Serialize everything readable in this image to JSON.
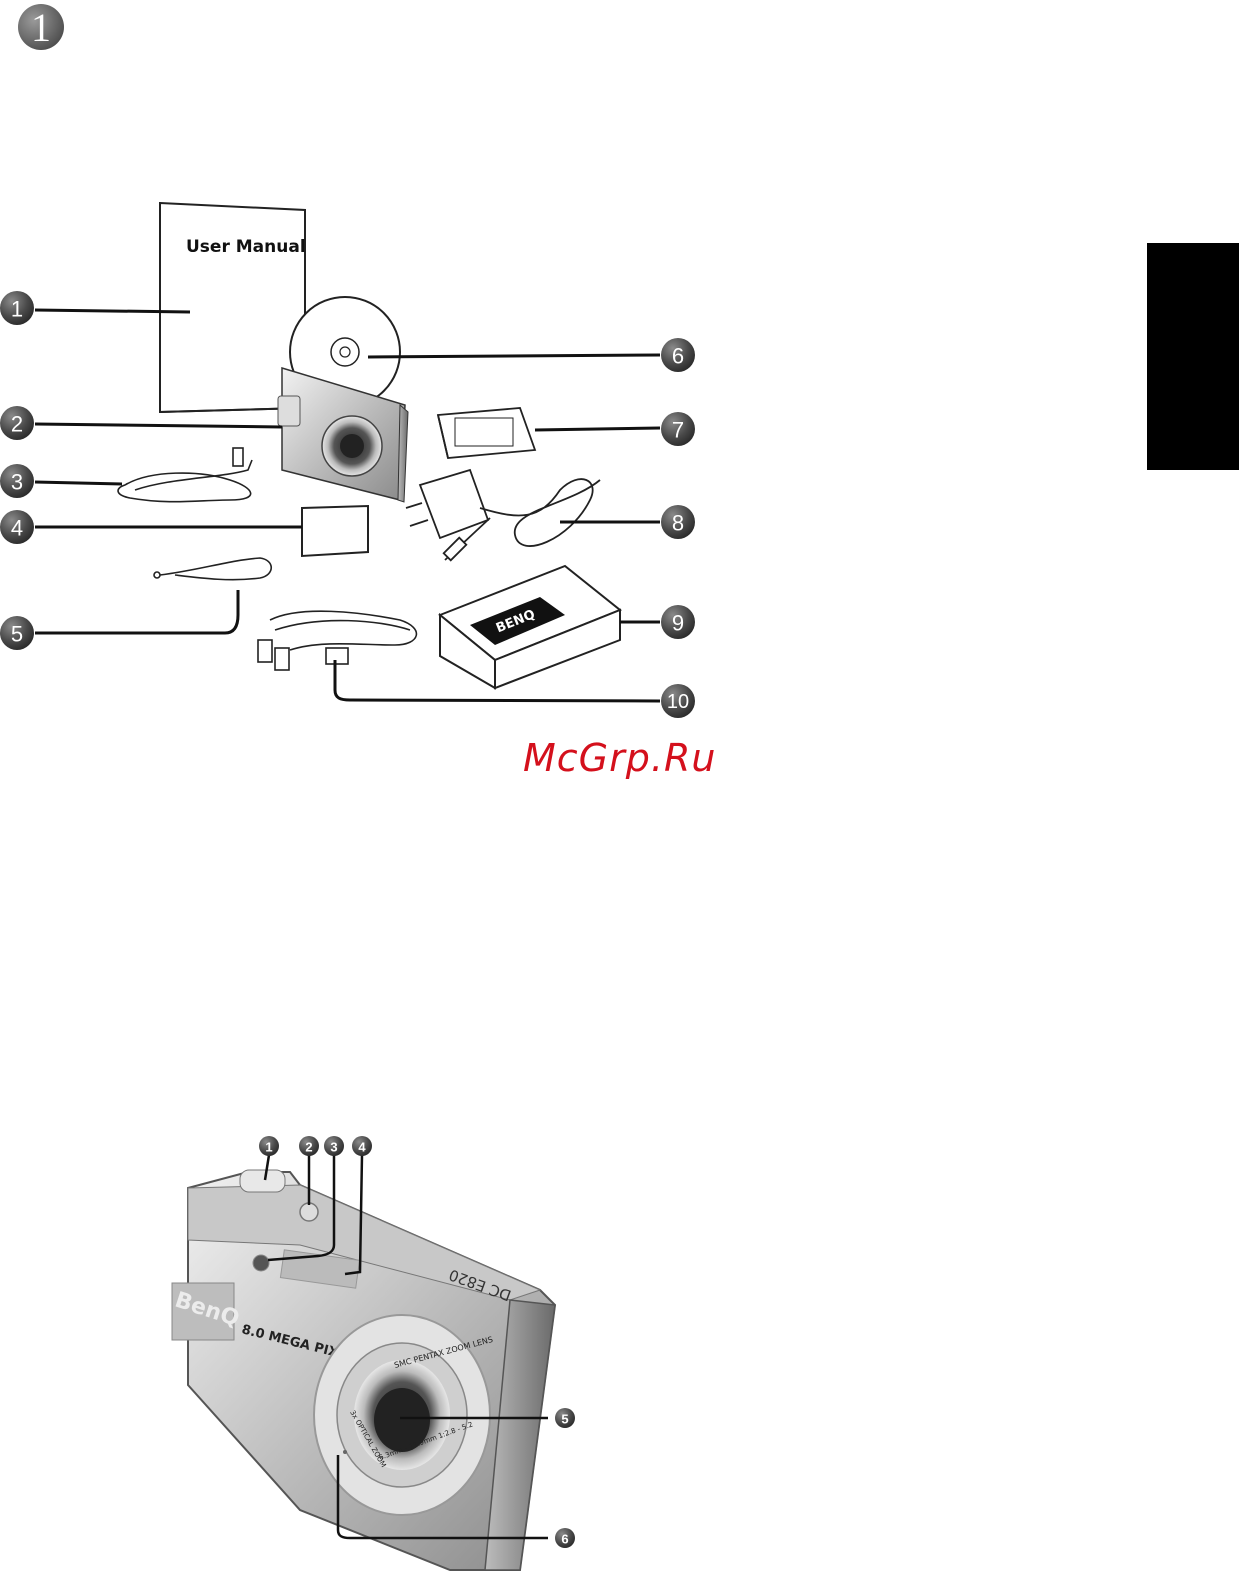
{
  "page": {
    "chapter_number": "1",
    "watermark": "McGrp.Ru"
  },
  "package_figure": {
    "manual_title": "User Manual",
    "pouch_brand": "BENQ",
    "callouts": [
      "1",
      "2",
      "3",
      "4",
      "5",
      "6",
      "7",
      "8",
      "9",
      "10"
    ]
  },
  "camera_figure": {
    "brand": "BenQ",
    "resolution_label": "8.0 MEGA PIXELS",
    "model_label": "DC E820",
    "lens_text_top": "SMC PENTAX ZOOM LENS",
    "lens_text_left": "3x OPTICAL ZOOM",
    "lens_text_bottom": "6.3mm - 18.9mm 1:2.8 - 5.2",
    "callouts": [
      "1",
      "2",
      "3",
      "4",
      "5",
      "6"
    ]
  },
  "colors": {
    "callout": "#4a4a4a",
    "watermark": "#d4101c",
    "tab": "#000000"
  }
}
